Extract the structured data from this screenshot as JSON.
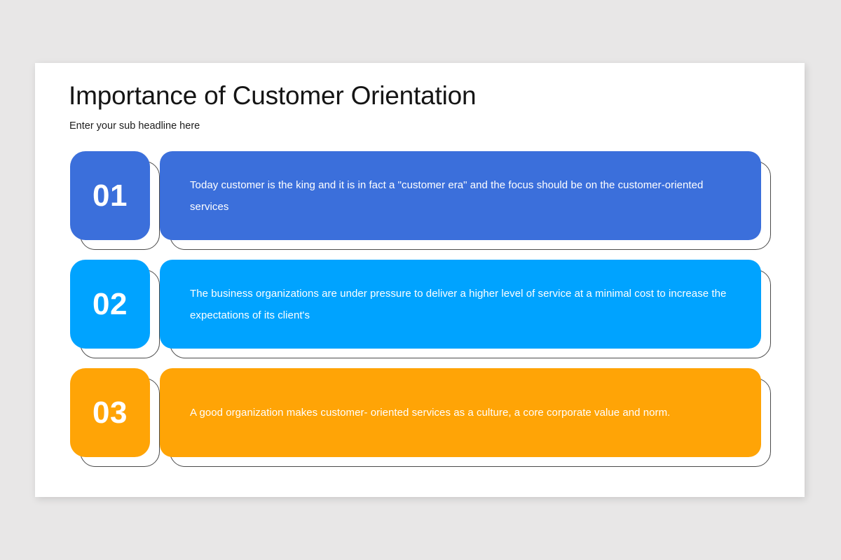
{
  "slide": {
    "background_color": "#e8e7e7",
    "surface_color": "#ffffff",
    "title": "Importance of Customer Orientation",
    "subtitle": "Enter your sub headline here",
    "outline_color": "#4a4a4a"
  },
  "rows": [
    {
      "number": "01",
      "color": "#3b6fdb",
      "text": "Today customer is the king and it is in fact a \"customer era\" and the focus should be on the customer-oriented services"
    },
    {
      "number": "02",
      "color": "#00a3ff",
      "text": "The business organizations are under pressure to deliver a higher level of service at a minimal cost to increase the expectations of its client's"
    },
    {
      "number": "03",
      "color": "#ffa406",
      "text": "A good organization makes customer- oriented services as a culture, a core corporate value and norm."
    }
  ]
}
